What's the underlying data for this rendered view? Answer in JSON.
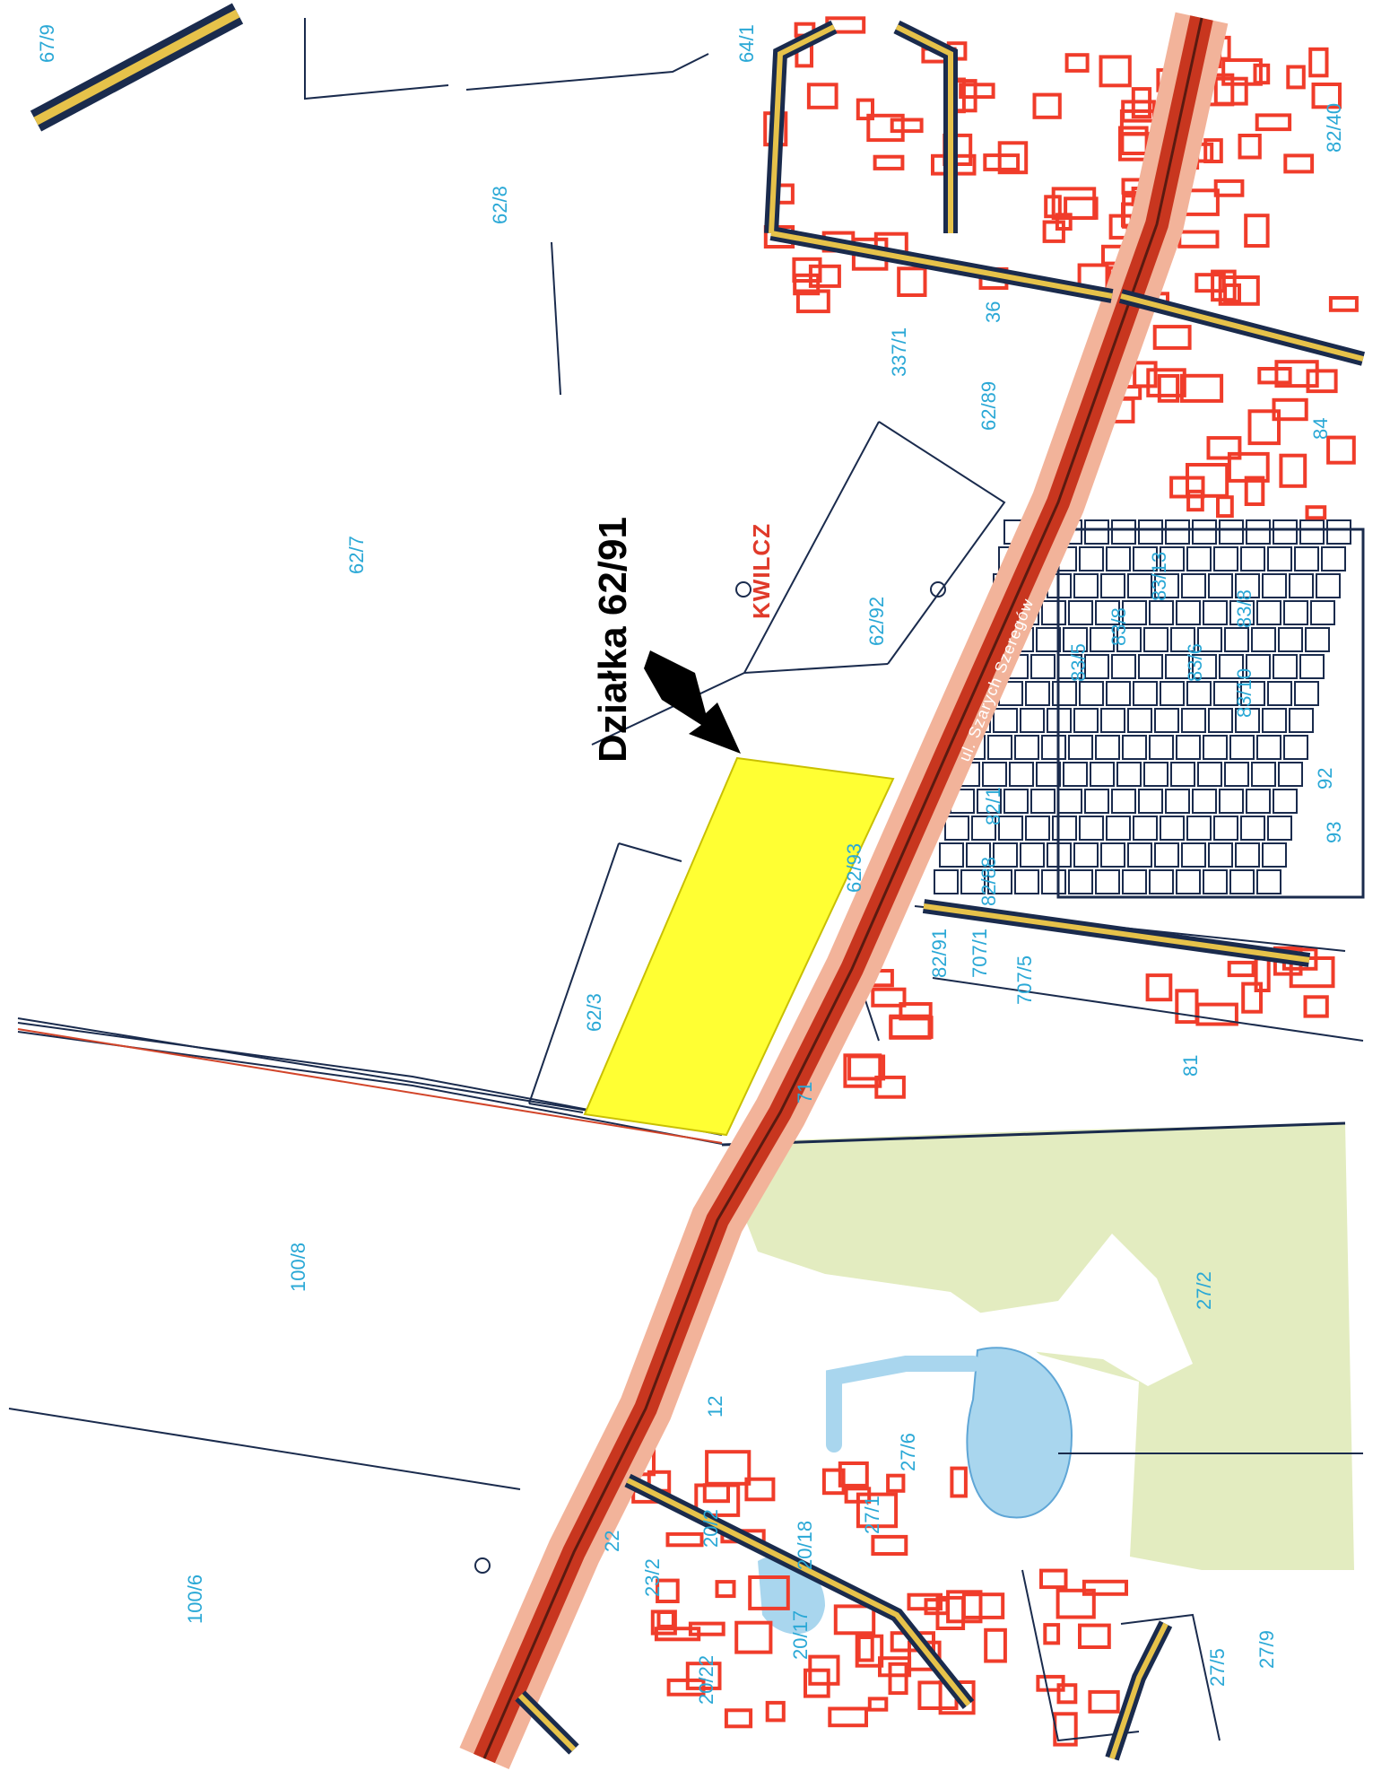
{
  "callout": {
    "text": "Działka 62/91"
  },
  "place": {
    "name": "KWILCZ"
  },
  "road_labels": [
    "ul. Szarych Szeregów"
  ],
  "parcels": [
    "67/9",
    "64/1",
    "62/8",
    "62/7",
    "62/89",
    "62/92",
    "337/1",
    "62/3",
    "62/93",
    "82/91",
    "82/88",
    "82/1",
    "707/1",
    "707/5",
    "71",
    "81",
    "100/8",
    "100/6",
    "27/2",
    "27/6",
    "27/1",
    "27/5",
    "27/9",
    "23/2",
    "20/2",
    "22",
    "20/18",
    "20/17",
    "20/22",
    "12",
    "84",
    "92",
    "93",
    "83/13",
    "83/8",
    "83/6",
    "83/5",
    "83/10",
    "83/8",
    "82/40",
    "36"
  ],
  "colors": {
    "highlight": "#ffff33",
    "road": "#c8361f",
    "building": "#f03c2a",
    "water": "#a9d6ee",
    "forest": "#e3ecc0",
    "label": "#2aa8d6"
  }
}
